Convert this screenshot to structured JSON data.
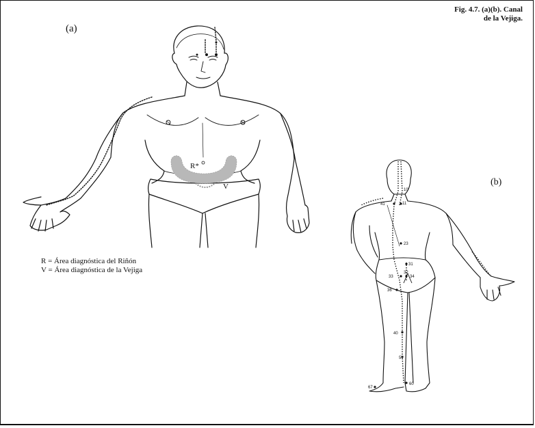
{
  "figure": {
    "caption_line1": "Fig. 4.7. (a)(b). Canal",
    "caption_line2": "de la Vejiga.",
    "panel_a_label": "(a)",
    "panel_b_label": "(b)"
  },
  "front_view": {
    "area_markers": [
      "R*",
      "V"
    ],
    "legend": [
      "R = Área diagnóstica del Riñón",
      "V = Área diagnóstica de la Vejiga"
    ]
  },
  "back_view": {
    "point_numbers": [
      "10",
      "41",
      "11",
      "23",
      "31",
      "32",
      "33",
      "34",
      "36",
      "40",
      "57",
      "60",
      "67"
    ]
  },
  "colors": {
    "line": "#111111",
    "diagnostic_area": "#b8b8b8",
    "background": "#ffffff"
  }
}
